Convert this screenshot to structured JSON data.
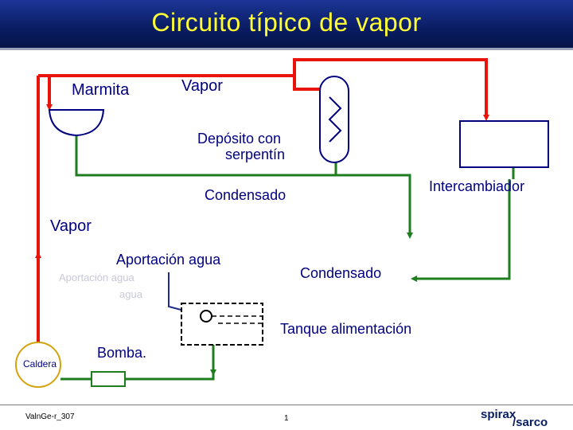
{
  "title": "Circuito típico de vapor",
  "labels": {
    "marmita": "Marmita",
    "vapor_top": "Vapor",
    "deposito_line1": "Depósito con",
    "deposito_line2": "serpentín",
    "intercambiador": "Intercambiador",
    "condensado_top": "Condensado",
    "vapor_left": "Vapor",
    "aportacion": "Aportación agua",
    "aportacion_ghost_line1": "Aportación agua",
    "aportacion_ghost_line2": "agua",
    "condensado_right": "Condensado",
    "tanque": "Tanque alimentación",
    "bomba": "Bomba.",
    "caldera": "Caldera"
  },
  "footer": {
    "code": "ValnGe-r_307",
    "page": "1",
    "logo_line1": "spirax",
    "logo_line2": "/sarco"
  },
  "colors": {
    "steam": "#e8140c",
    "condensate": "#1e7d1e",
    "water": "#1e2a8c",
    "equipment": "#000080",
    "title": "#ffff33",
    "header": "#0a1d63"
  }
}
